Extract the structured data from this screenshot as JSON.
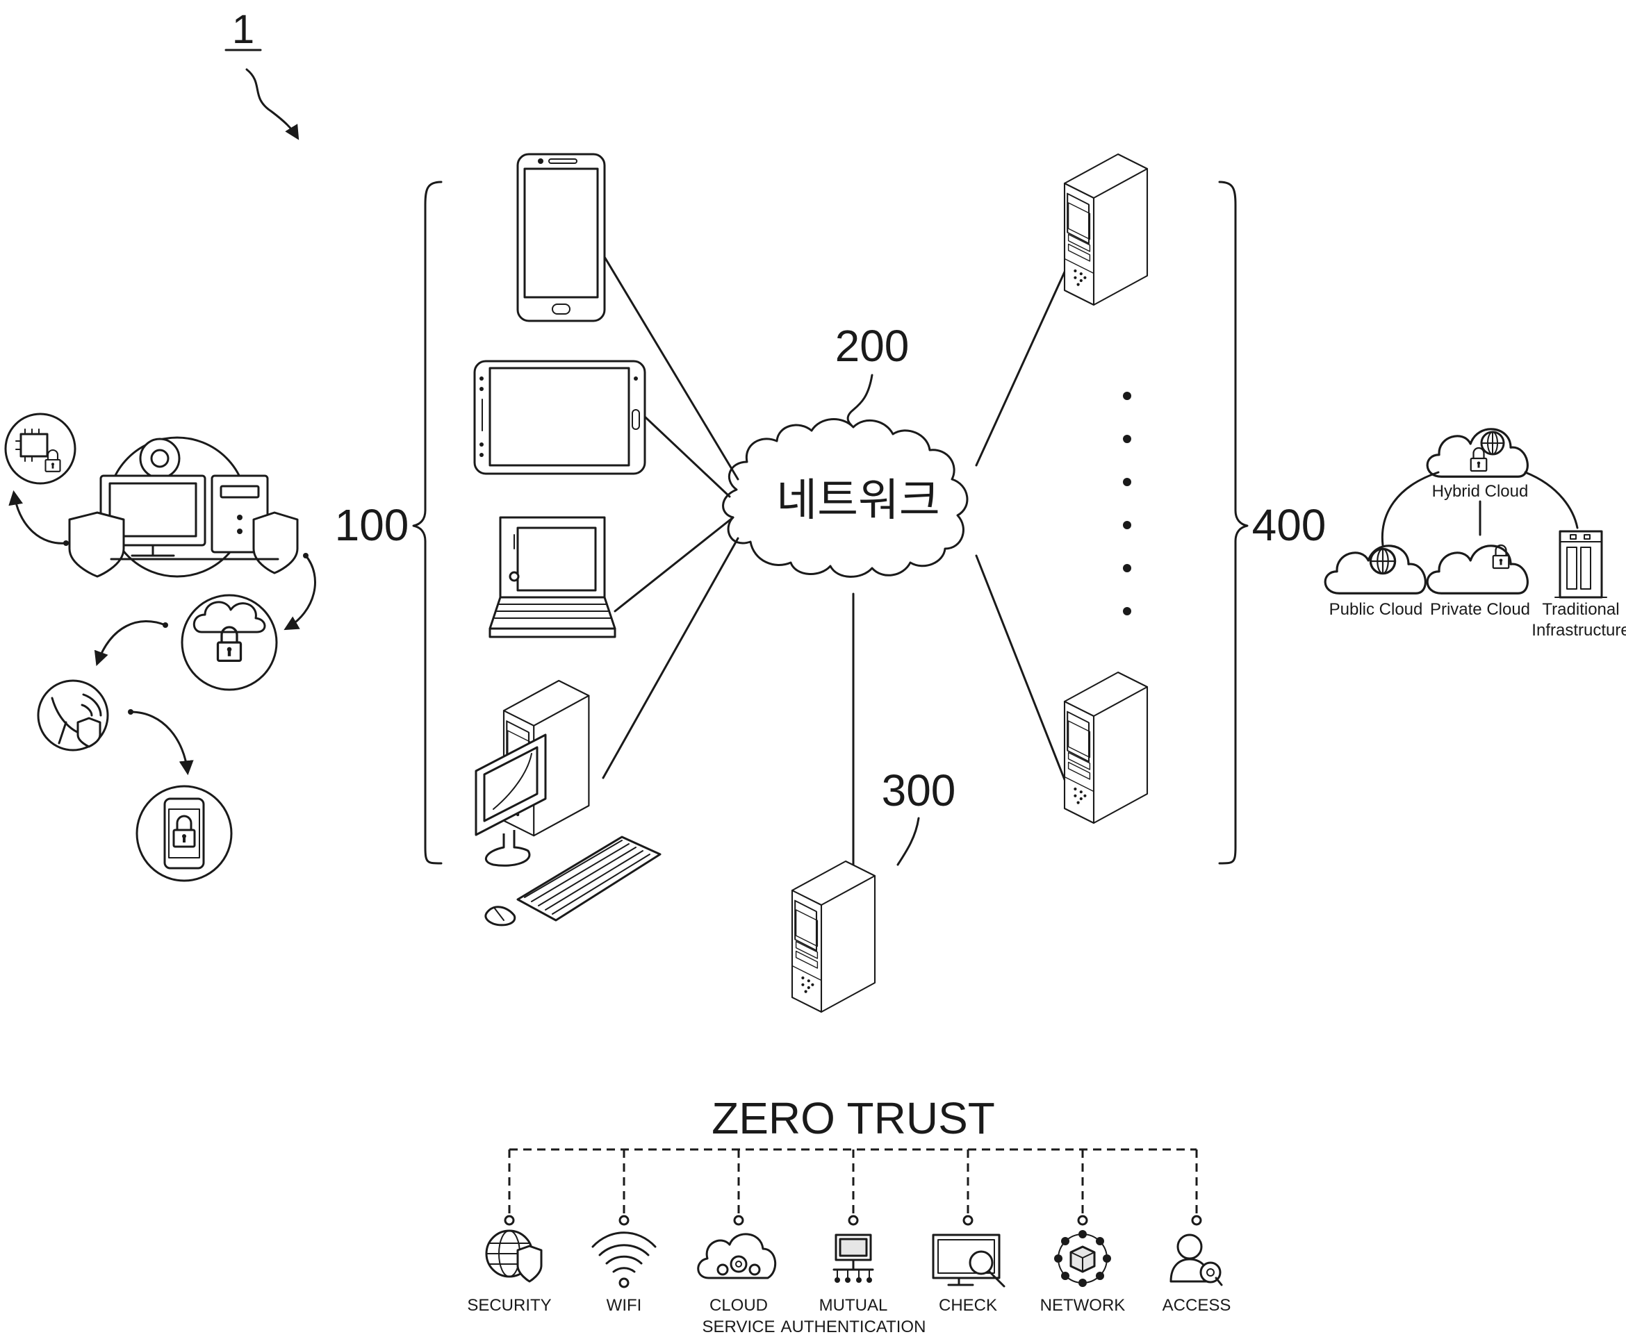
{
  "figure": {
    "system_ref": "1",
    "terminal_group_ref": "100",
    "network_ref": "200",
    "network_label": "네트워크",
    "auth_server_ref": "300",
    "server_group_ref": "400"
  },
  "cloud_panel": {
    "hybrid": "Hybrid Cloud",
    "public": "Public Cloud",
    "private": "Private Cloud",
    "traditional_line1": "Traditional",
    "traditional_line2": "Infrastructure"
  },
  "zero_trust": {
    "title": "ZERO TRUST",
    "items": [
      {
        "label": "SECURITY",
        "label2": "",
        "icon": "globe-shield-icon"
      },
      {
        "label": "WIFI",
        "label2": "",
        "icon": "wifi-icon"
      },
      {
        "label": "CLOUD",
        "label2": "SERVICE",
        "icon": "cloud-gear-icon"
      },
      {
        "label": "MUTUAL",
        "label2": "AUTHENTICATION",
        "icon": "monitor-network-icon"
      },
      {
        "label": "CHECK",
        "label2": "",
        "icon": "monitor-magnifier-icon"
      },
      {
        "label": "NETWORK",
        "label2": "",
        "icon": "cube-network-icon"
      },
      {
        "label": "ACCESS",
        "label2": "",
        "icon": "user-key-icon"
      }
    ]
  }
}
